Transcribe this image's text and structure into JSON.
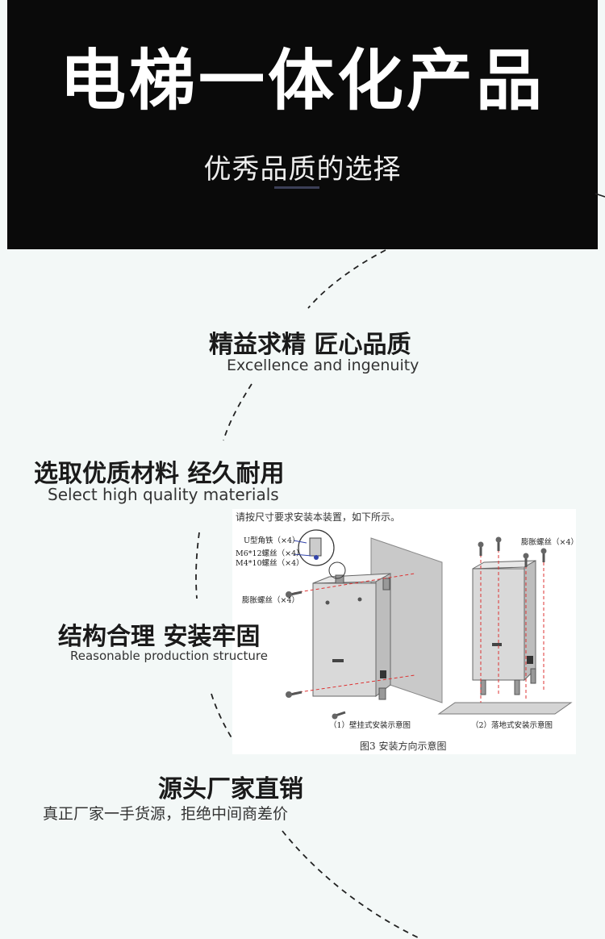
{
  "hero": {
    "title": "电梯一体化产品",
    "subtitle": "优秀品质的选择"
  },
  "features": [
    {
      "title": "精益求精 匠心品质",
      "subtitle": "Excellence and ingenuity"
    },
    {
      "title": "选取优质材料 经久耐用",
      "subtitle": "Select high quality materials"
    },
    {
      "title": "结构合理 安装牢固",
      "subtitle": "Reasonable production structure"
    },
    {
      "title": "源头厂家直销",
      "subtitle": "真正厂家一手货源，拒绝中间商差价"
    }
  ],
  "diagram": {
    "instruction": "请按尺寸要求安装本装置，如下所示。",
    "label_u_bracket": "U型角铁（×4）",
    "label_m6": "M6*12螺丝（×4）",
    "label_m4": "M4*10螺丝（×4）",
    "label_expansion_left": "膨胀螺丝（×4）",
    "label_expansion_right": "膨胀螺丝（×4）",
    "caption_wall": "（1）壁挂式安装示意图",
    "caption_floor": "（2）落地式安装示意图",
    "figure_caption": "图3 安装方向示意图"
  }
}
